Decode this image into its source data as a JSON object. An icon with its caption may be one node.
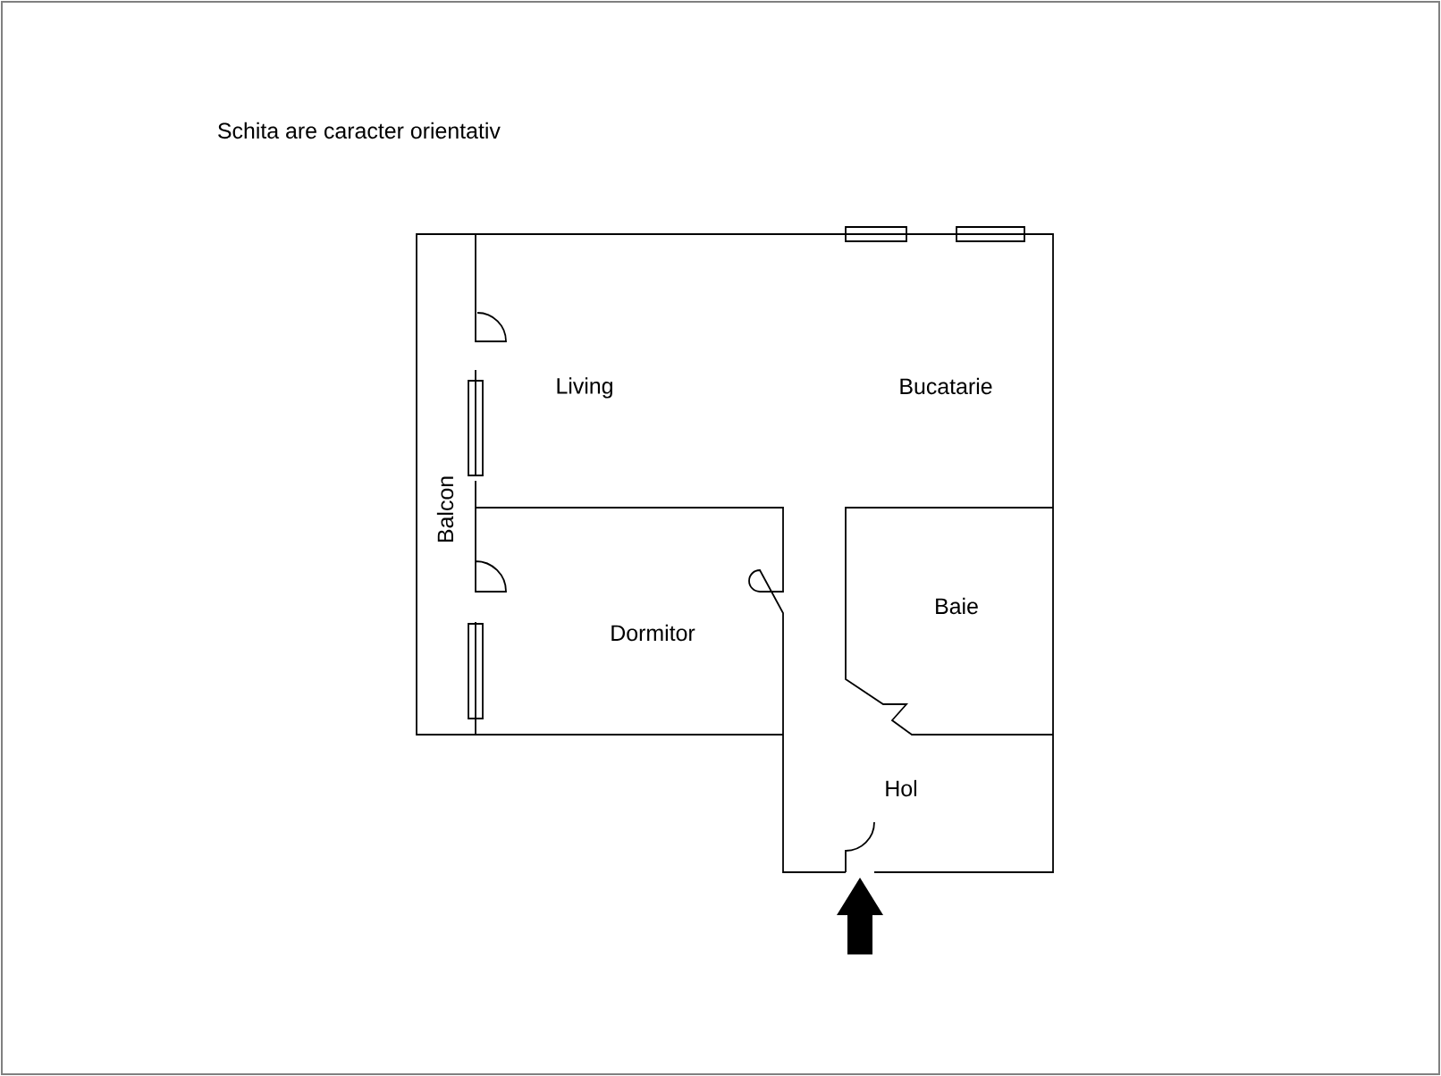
{
  "diagram": {
    "labels": [
      "Schita are caracter orientativ",
      "Living",
      "Bucatarie",
      "Balcon",
      "Dormitor",
      "Baie",
      "Hol"
    ]
  }
}
